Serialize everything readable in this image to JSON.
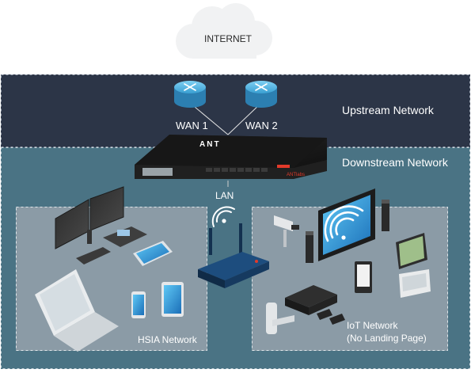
{
  "diagram": {
    "internet_label": "INTERNET",
    "upstream_label": "Upstream Network",
    "downstream_label": "Downstream Network",
    "wan1_label": "WAN 1",
    "wan2_label": "WAN 2",
    "lan_label": "LAN",
    "hsia_label": "HSIA Network",
    "iot_label_line1": "IoT Network",
    "iot_label_line2": "(No Landing Page)",
    "gateway_logo_text": "ANT",
    "gateway_brand_text": "ANTlabs",
    "colors": {
      "upstream_bg": "#2c3547",
      "downstream_bg": "#4a7384",
      "zone_bg": "#8a9aa6",
      "router_blue": "#3fa6d8",
      "ap_blue": "#16385f",
      "gateway_black": "#1b1b1b",
      "accent_red": "#e23a2a"
    }
  }
}
